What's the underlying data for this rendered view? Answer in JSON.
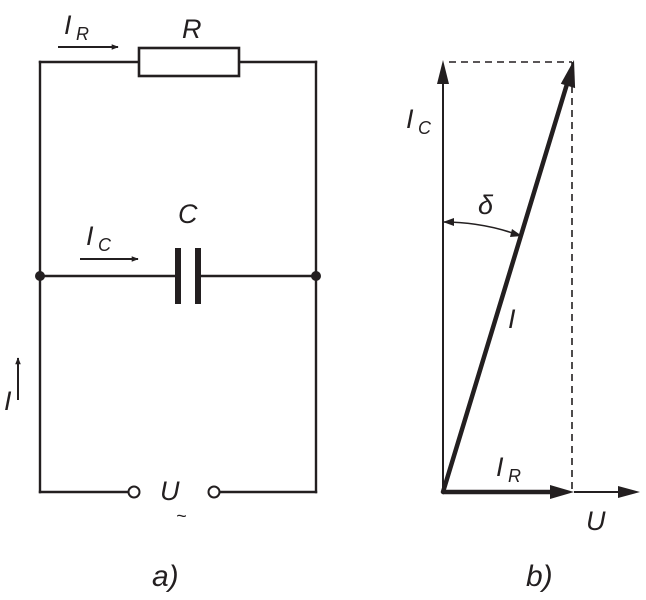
{
  "circuit": {
    "resistor_label": "R",
    "capacitor_label": "C",
    "current_r_main": "I",
    "current_r_sub": "R",
    "current_c_main": "I",
    "current_c_sub": "C",
    "current_total": "I",
    "voltage_main": "U",
    "voltage_sub": "~",
    "caption": "a)"
  },
  "phasor": {
    "ic_main": "I",
    "ic_sub": "C",
    "angle_label": "δ",
    "i_label": "I",
    "ir_main": "I",
    "ir_sub": "R",
    "u_label": "U",
    "caption": "b)"
  },
  "colors": {
    "ink": "#231f20",
    "background": "#ffffff"
  }
}
